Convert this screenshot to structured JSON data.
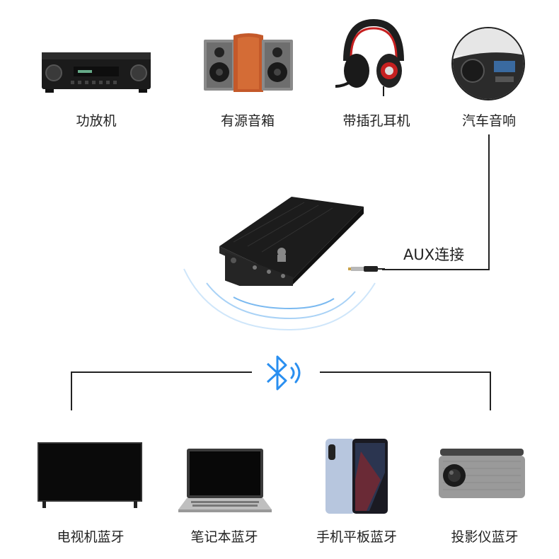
{
  "top_devices": [
    {
      "label": "功放机"
    },
    {
      "label": "有源音箱"
    },
    {
      "label": "带插孔耳机"
    },
    {
      "label": "汽车音响"
    }
  ],
  "aux_label": "AUX连接",
  "bottom_devices": [
    {
      "label": "电视机蓝牙"
    },
    {
      "label": "笔记本蓝牙"
    },
    {
      "label": "手机平板蓝牙"
    },
    {
      "label": "投影仪蓝牙"
    }
  ],
  "colors": {
    "bluetooth": "#2a8ff0",
    "line": "#222222"
  }
}
